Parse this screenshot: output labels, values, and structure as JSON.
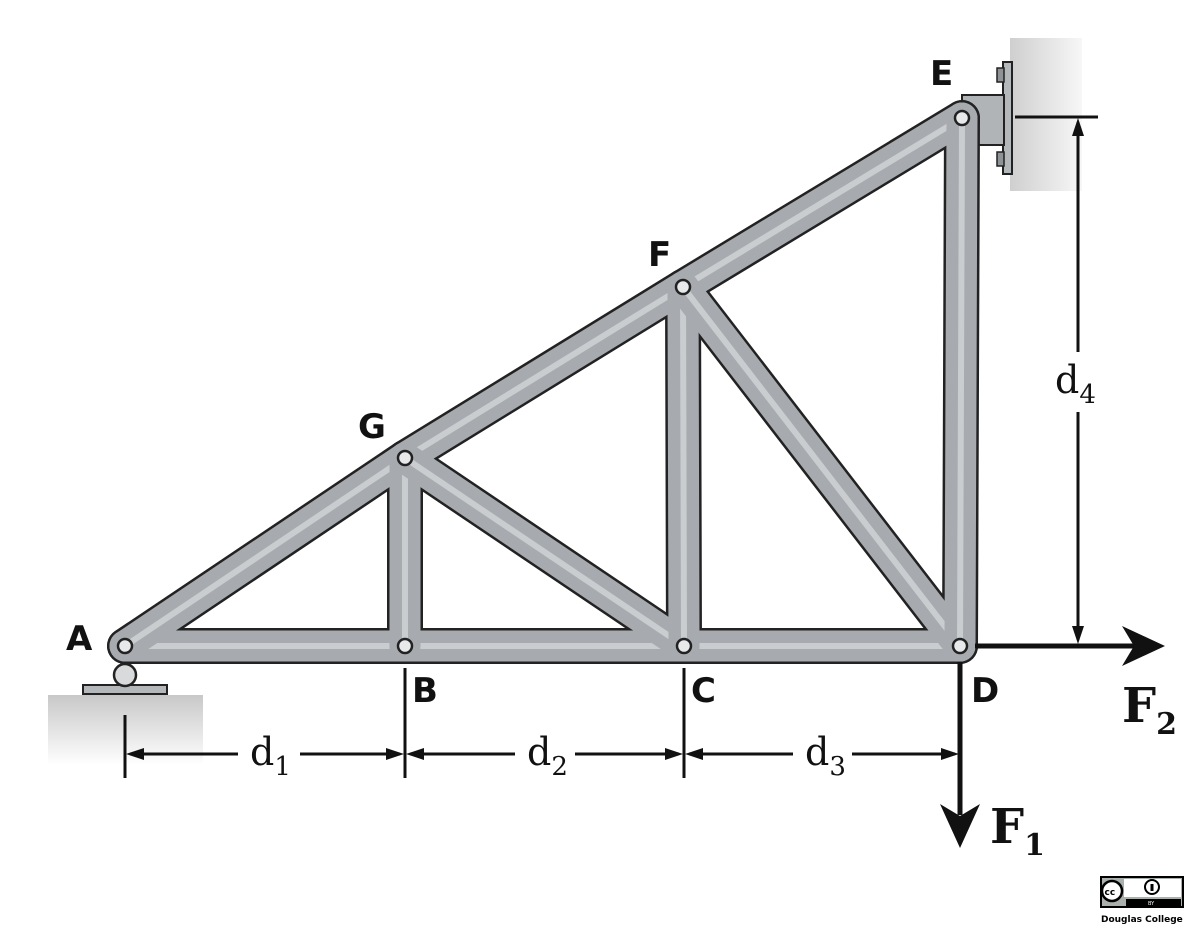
{
  "nodes": {
    "A": "A",
    "B": "B",
    "C": "C",
    "D": "D",
    "E": "E",
    "F": "F",
    "G": "G"
  },
  "dimensions": {
    "d1": {
      "main": "d",
      "sub": "1"
    },
    "d2": {
      "main": "d",
      "sub": "2"
    },
    "d3": {
      "main": "d",
      "sub": "3"
    },
    "d4": {
      "main": "d",
      "sub": "4"
    }
  },
  "forces": {
    "F1": {
      "main": "F",
      "sub": "1"
    },
    "F2": {
      "main": "F",
      "sub": "2"
    }
  },
  "license": {
    "badge": "cc",
    "by": "BY",
    "credit": "Douglas College"
  },
  "colors": {
    "member_fill": "#a7abaf",
    "member_stroke": "#222222",
    "member_highlight": "#c9cdd0",
    "ground": "#dcdcdc"
  }
}
